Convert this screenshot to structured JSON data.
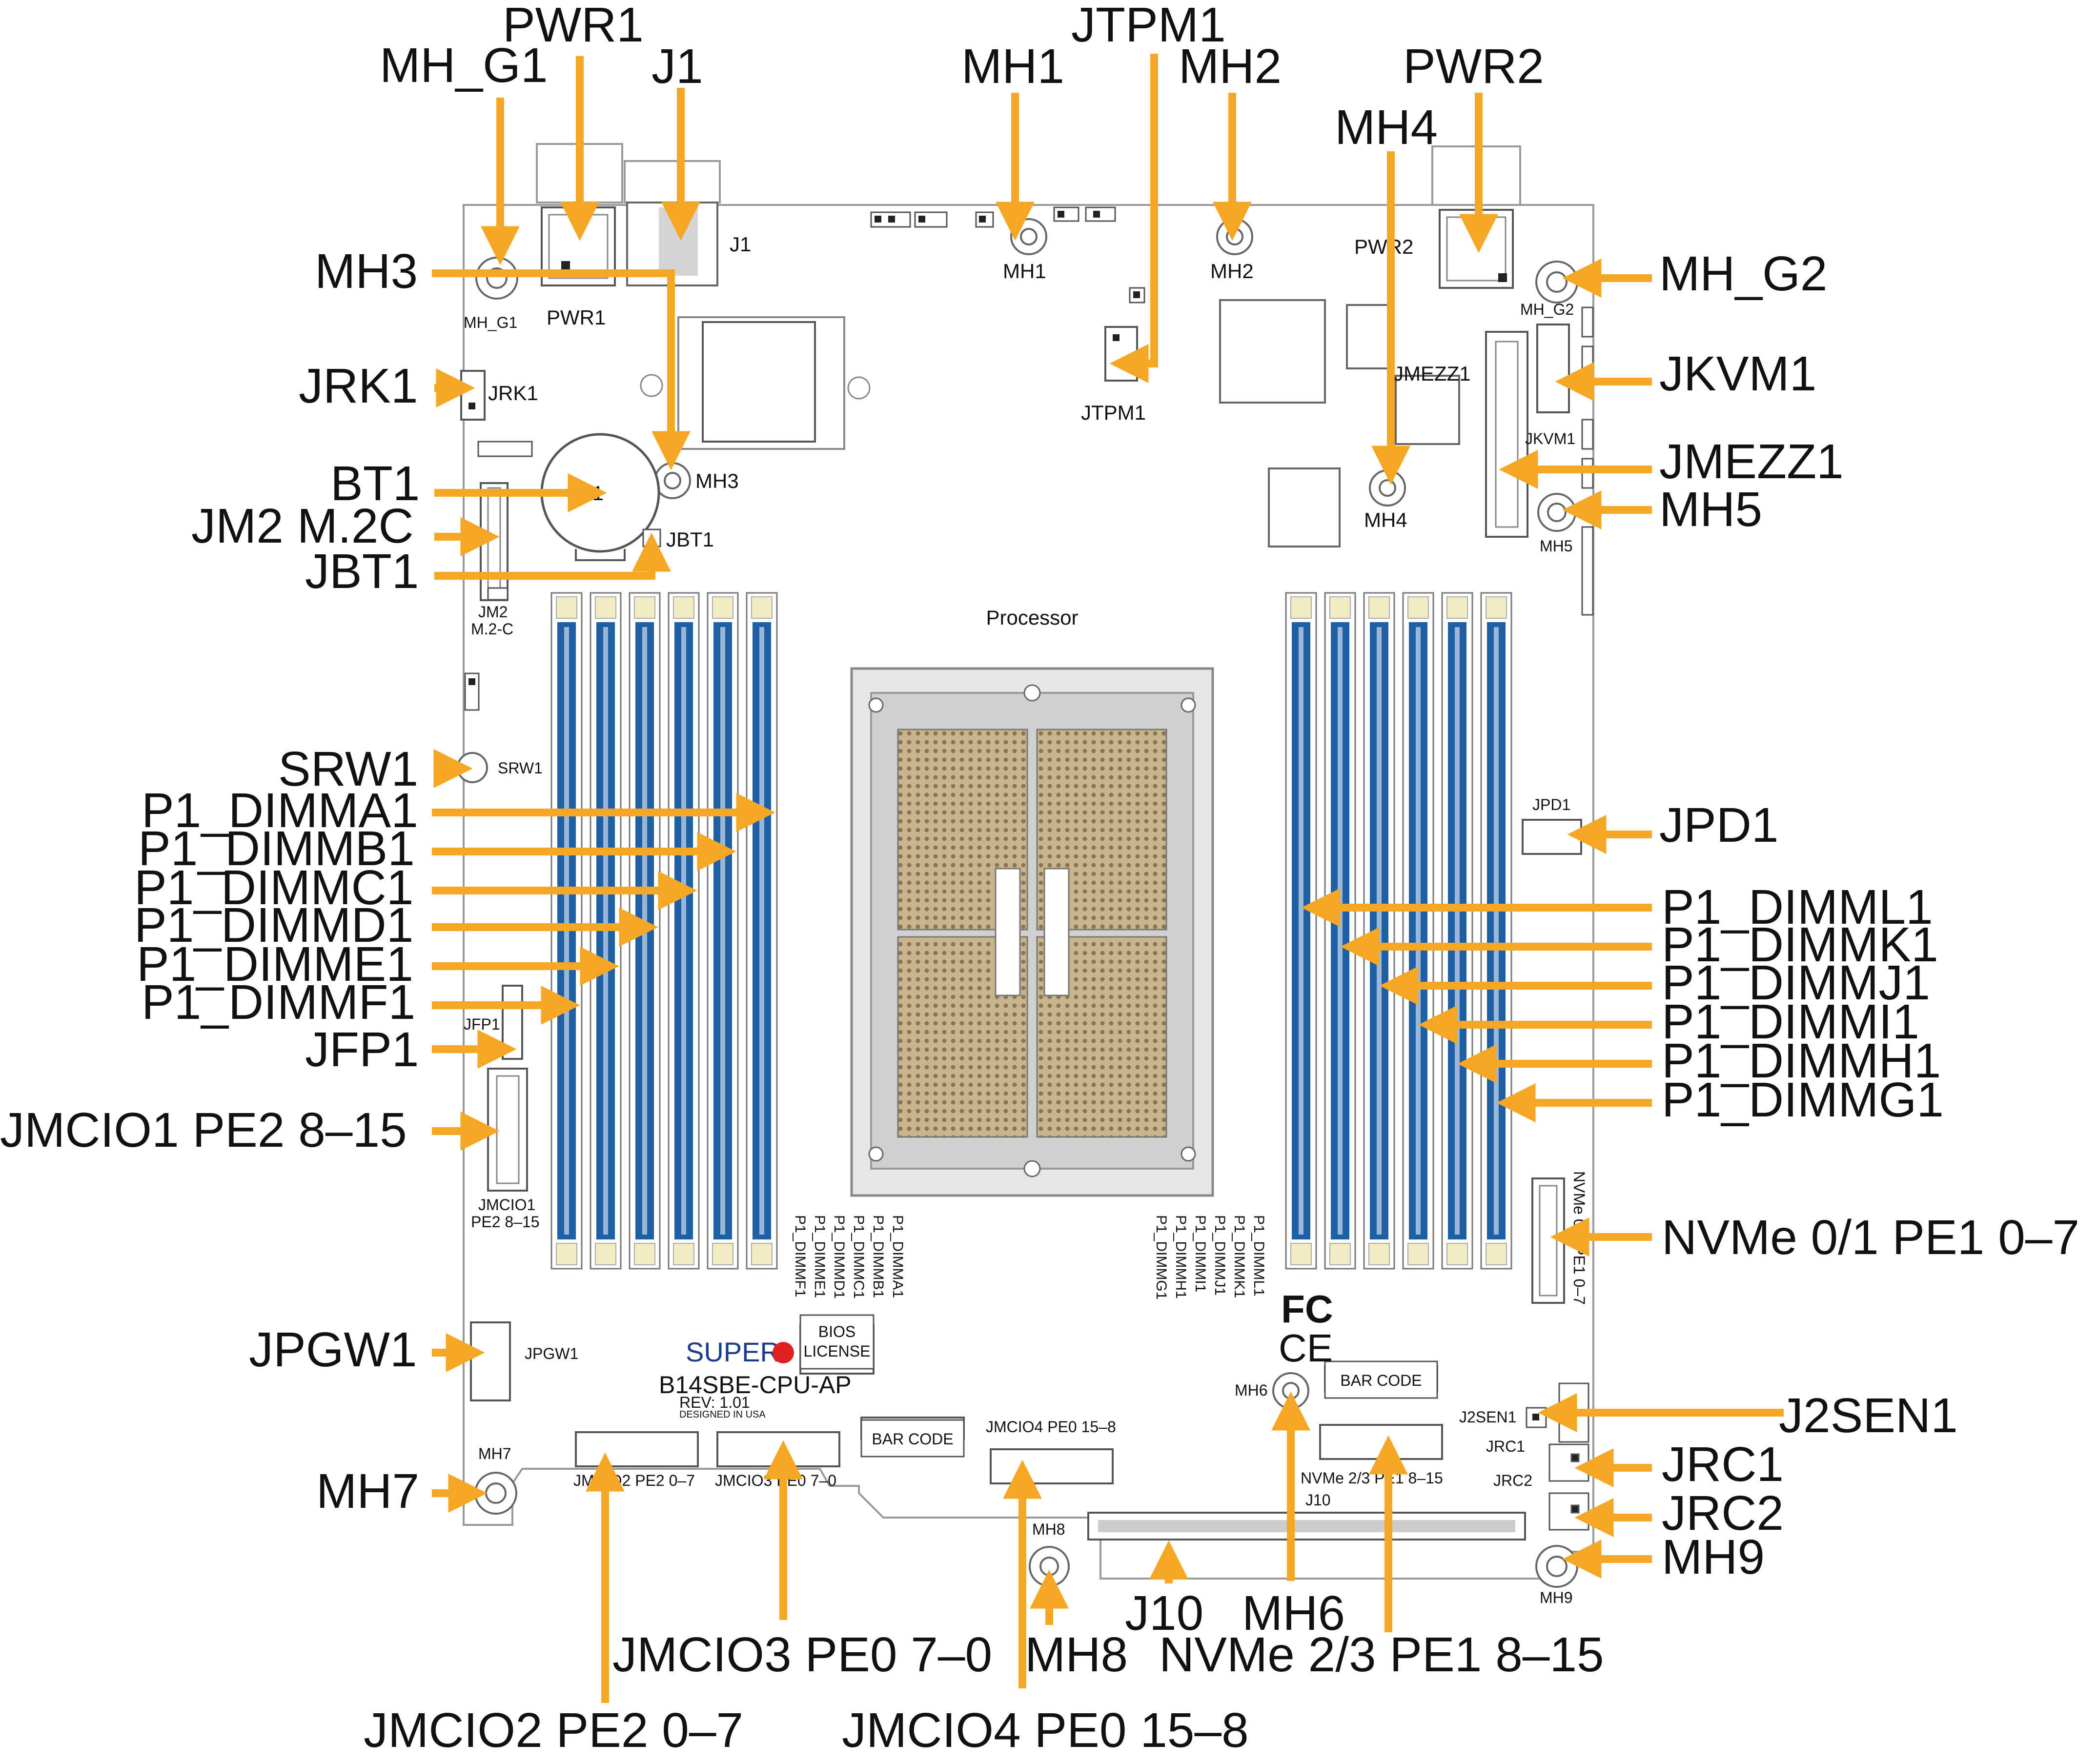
{
  "board": {
    "model": "B14SBE-CPU-AP",
    "revision": "REV: 1.01",
    "designed": "DESIGNED IN USA",
    "brand": "SUPER",
    "processor_label": "Processor",
    "bios_line1": "BIOS",
    "bios_line2": "LICENSE",
    "barcode_left": "BAR CODE",
    "barcode_right": "BAR CODE",
    "fcc": "FC",
    "ce": "CE"
  },
  "callouts": {
    "mh_g1": "MH_G1",
    "pwr1": "PWR1",
    "j1": "J1",
    "mh1": "MH1",
    "jtpm1": "JTPM1",
    "mh2": "MH2",
    "mh4": "MH4",
    "pwr2": "PWR2",
    "mh3": "MH3",
    "mh_g2": "MH_G2",
    "jrk1": "JRK1",
    "jkvm1": "JKVM1",
    "bt1": "BT1",
    "jm2": "JM2 M.2C",
    "jbt1": "JBT1",
    "jmezz1": "JMEZZ1",
    "mh5": "MH5",
    "srw1": "SRW1",
    "dimma1": "P1_DIMMA1",
    "dimmb1": "P1_DIMMB1",
    "dimmc1": "P1_DIMMC1",
    "dimmd1": "P1_DIMMD1",
    "dimme1": "P1_DIMME1",
    "dimmf1": "P1_DIMMF1",
    "jfp1": "JFP1",
    "jmcio1": "JMCIO1 PE2 8–15",
    "jpd1": "JPD1",
    "dimml1": "P1_DIMML1",
    "dimmk1": "P1_DIMMK1",
    "dimmj1": "P1_DIMMJ1",
    "dimmi1": "P1_DIMMI1",
    "dimmh1": "P1_DIMMH1",
    "dimmg1": "P1_DIMMG1",
    "nvme01": "NVMe 0/1 PE1 0–7",
    "jpgw1": "JPGW1",
    "j2sen1": "J2SEN1",
    "jrc1": "JRC1",
    "mh7": "MH7",
    "jrc2": "JRC2",
    "mh9": "MH9",
    "j10": "J10",
    "mh6": "MH6",
    "jmcio3": "JMCIO3 PE0 7–0",
    "mh8": "MH8",
    "nvme23": "NVMe 2/3 PE1 8–15",
    "jmcio2": "JMCIO2 PE2 0–7",
    "jmcio4": "JMCIO4 PE0 15–8"
  },
  "silkscreen": {
    "mh_g1": "MH_G1",
    "pwr1": "PWR1",
    "j1": "J1",
    "mh1": "MH1",
    "mh2": "MH2",
    "pwr2": "PWR2",
    "mh_g2": "MH_G2",
    "jrk1": "JRK1",
    "jtpm1": "JTPM1",
    "jmezz1": "JMEZZ1",
    "jkvm1": "JKVM1",
    "mh3": "MH3",
    "bt1": "BT1",
    "jbt1": "JBT1",
    "mh4": "MH4",
    "mh5": "MH5",
    "jm2_line1": "JM2",
    "jm2_line2": "M.2-C",
    "srw1": "SRW1",
    "jpd1": "JPD1",
    "jfp1": "JFP1",
    "jmcio1_line1": "JMCIO1",
    "jmcio1_line2": "PE2 8–15",
    "nvme01": "NVMe 0/1 PE1 0–7",
    "jpgw1": "JPGW1",
    "mh6": "MH6",
    "j2sen1": "J2SEN1",
    "jrc1": "JRC1",
    "jrc2": "JRC2",
    "mh7": "MH7",
    "jmcio2": "JMCIO2 PE2 0–7",
    "jmcio3": "JMCIO3 PE0 7–0",
    "jmcio4": "JMCIO4 PE0 15–8",
    "mh8": "MH8",
    "nvme23": "NVMe 2/3 PE1 8–15",
    "j10": "J10",
    "mh9": "MH9"
  },
  "dimm_left_labels": [
    "P1_DIMMA1",
    "P1_DIMMB1",
    "P1_DIMMC1",
    "P1_DIMMD1",
    "P1_DIMME1",
    "P1_DIMMF1"
  ],
  "dimm_right_labels": [
    "P1_DIMML1",
    "P1_DIMMK1",
    "P1_DIMMJ1",
    "P1_DIMMI1",
    "P1_DIMMH1",
    "P1_DIMMG1"
  ],
  "colors": {
    "arrow": "#f5a623",
    "dimm_blue": "#1f5fa6",
    "dimm_end": "#f2ecc4",
    "socket_gold": "#c8b58d",
    "board_outline": "#9a9a9a",
    "brand_blue": "#1a3a8a",
    "brand_red": "#e02020"
  }
}
